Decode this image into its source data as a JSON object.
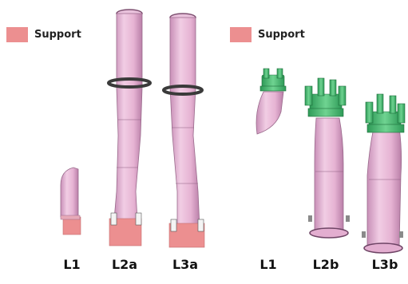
{
  "legend_left": {
    "label": "Support"
  },
  "legend_right": {
    "label": "Support"
  },
  "colors": {
    "support": "#ec8f90",
    "pipe": "#e9b8d6",
    "pipe_shade": "#cf94bc",
    "pipe_dark": "#a66d95",
    "clamp_green": "#3fb36a",
    "band": "#3a3a3a"
  },
  "labels": {
    "left": [
      "L1",
      "L2a",
      "L3a"
    ],
    "right": [
      "L1",
      "L2b",
      "L3b"
    ]
  }
}
